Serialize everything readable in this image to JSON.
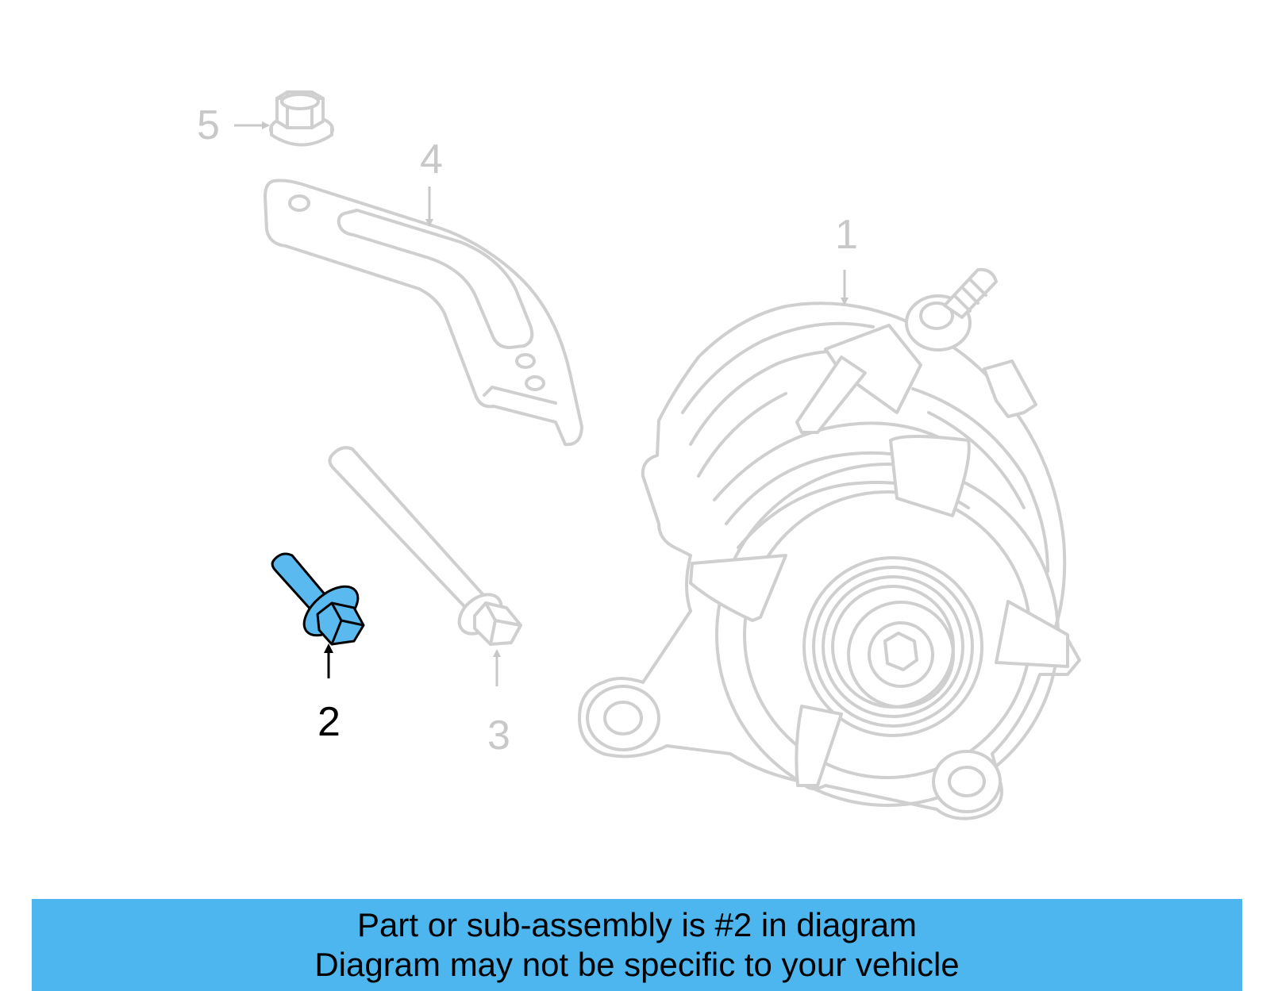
{
  "callouts": {
    "c1": "1",
    "c2": "2",
    "c3": "3",
    "c4": "4",
    "c5": "5"
  },
  "highlighted_part": "2",
  "colors": {
    "highlight": "#5ab9ef",
    "banner": "#4db6ee",
    "faded_parts": "#cfcfcf"
  },
  "banner": {
    "line1": "Part or sub-assembly is #2 in diagram",
    "line2": "Diagram may not be specific to your vehicle"
  }
}
